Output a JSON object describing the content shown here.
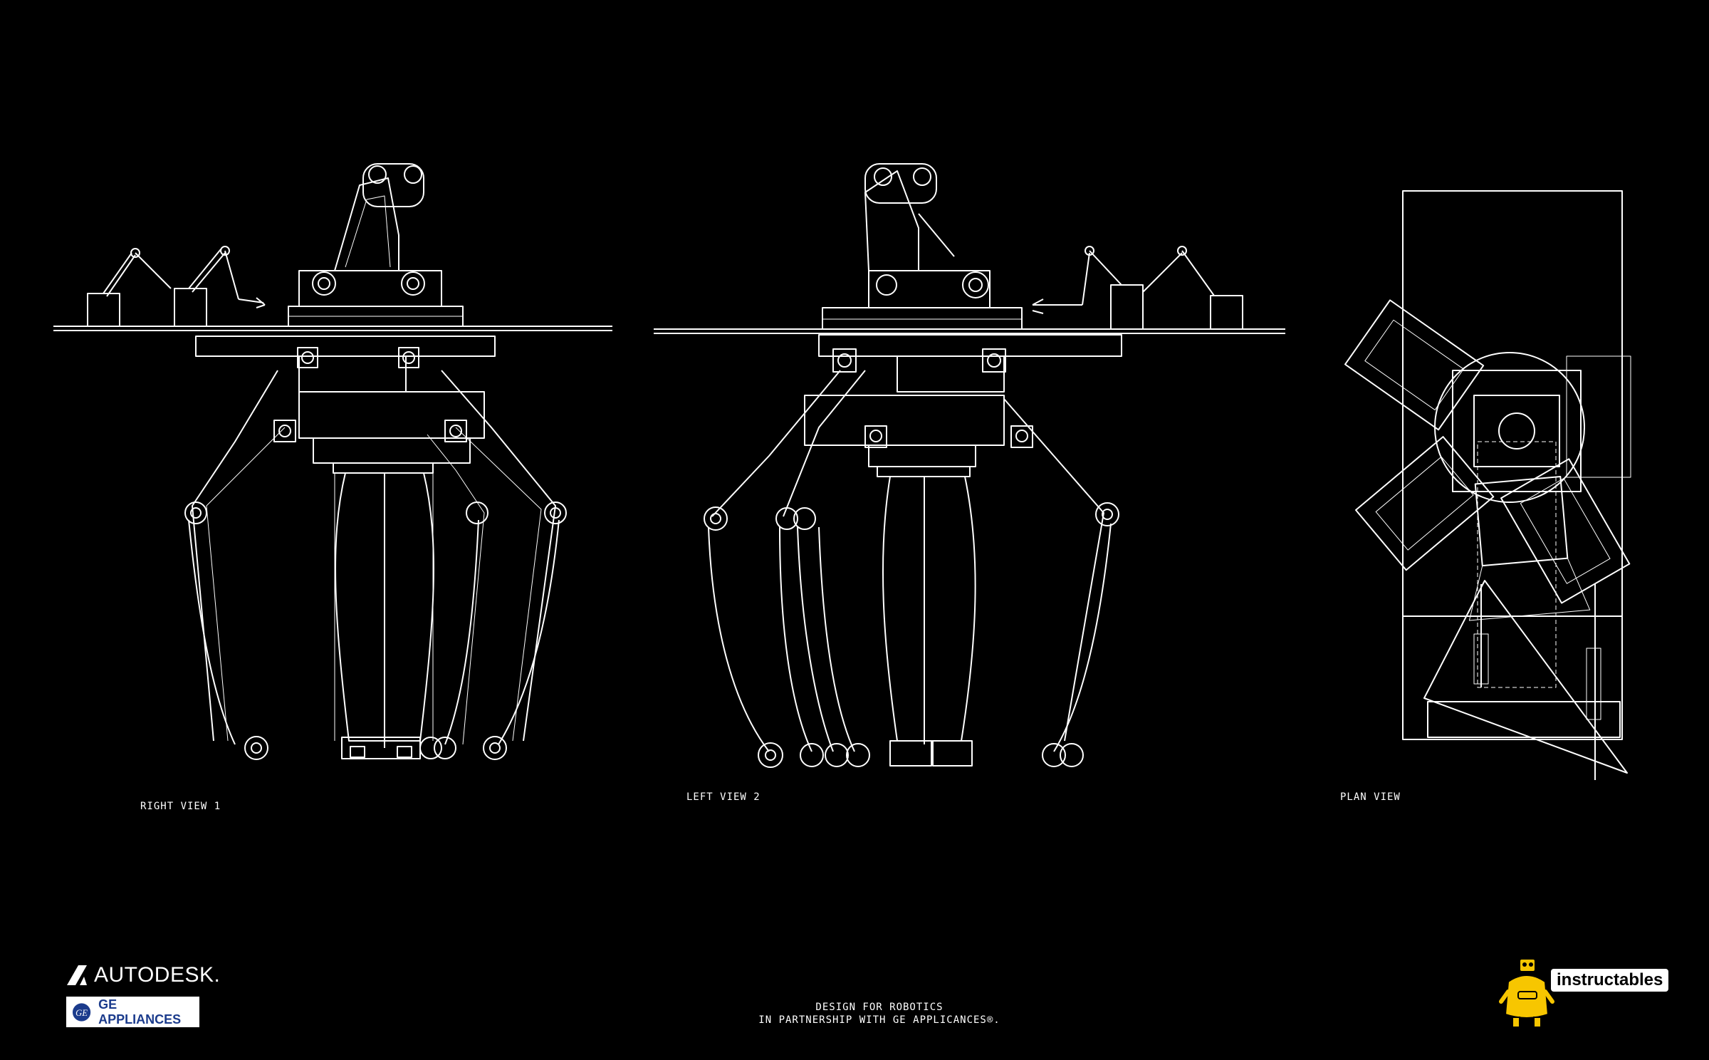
{
  "views": [
    {
      "id": "right-view-1",
      "label": "RIGHT VIEW 1"
    },
    {
      "id": "left-view-2",
      "label": "LEFT VIEW 2"
    },
    {
      "id": "plan-view",
      "label": "PLAN VIEW"
    }
  ],
  "footer": {
    "line1": "DESIGN FOR ROBOTICS",
    "line2": "IN PARTNERSHIP WITH GE APPLICANCES®."
  },
  "logos": {
    "autodesk": "AUTODESK.",
    "ge": "GE APPLIANCES",
    "ge_monogram": "GE",
    "instructables": "instructables"
  },
  "colors": {
    "background": "#000000",
    "line": "#ffffff",
    "ge_blue": "#1b3b8c",
    "robot_yellow": "#f7c600"
  }
}
